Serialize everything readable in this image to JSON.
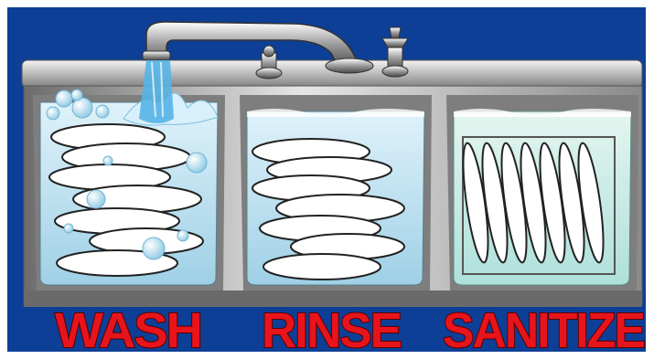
{
  "scene": {
    "title": "",
    "labels": {
      "wash": "WASH",
      "rinse": "RINSE",
      "sanitize": "SANITIZE"
    },
    "compartments": [
      {
        "id": "wash",
        "content": "stacked plates with soap bubbles"
      },
      {
        "id": "rinse",
        "content": "stacked plates"
      },
      {
        "id": "sanitize",
        "content": "plates in rack"
      }
    ],
    "icons": [
      "faucet-icon",
      "left-tap-handle-icon",
      "right-tap-handle-icon",
      "water-stream-icon"
    ],
    "colors": {
      "background": "#0d3f96",
      "label_red": "#e8141b",
      "metal": "#c8c8c8",
      "water": "#bfe3f3"
    }
  }
}
